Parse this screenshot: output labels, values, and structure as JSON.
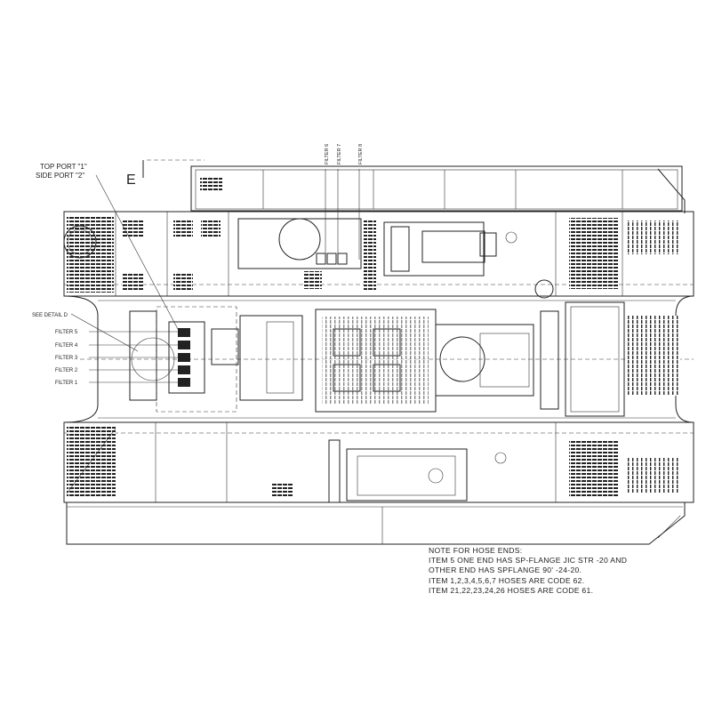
{
  "drawing": {
    "port_labels": [
      "TOP PORT \"1\"",
      "SIDE PORT \"2\""
    ],
    "section_marker": "E",
    "detail_callout": "SEE DETAIL D",
    "left_filters": [
      "FILTER 5",
      "FILTER 4",
      "FILTER 3",
      "FILTER 2",
      "FILTER 1"
    ],
    "top_filters": [
      "FILTER 6",
      "FILTER 7",
      "FILTER 8"
    ]
  },
  "note": {
    "title": "NOTE FOR HOSE ENDS:",
    "lines": [
      "ITEM 5 ONE END HAS SP-FLANGE JIC STR -20 AND",
      "OTHER END HAS SPFLANGE 90' -24-20.",
      "ITEM 1,2,3,4,5,6,7 HOSES ARE CODE 62.",
      "ITEM 21,22,23,24,26 HOSES ARE CODE 61."
    ]
  }
}
